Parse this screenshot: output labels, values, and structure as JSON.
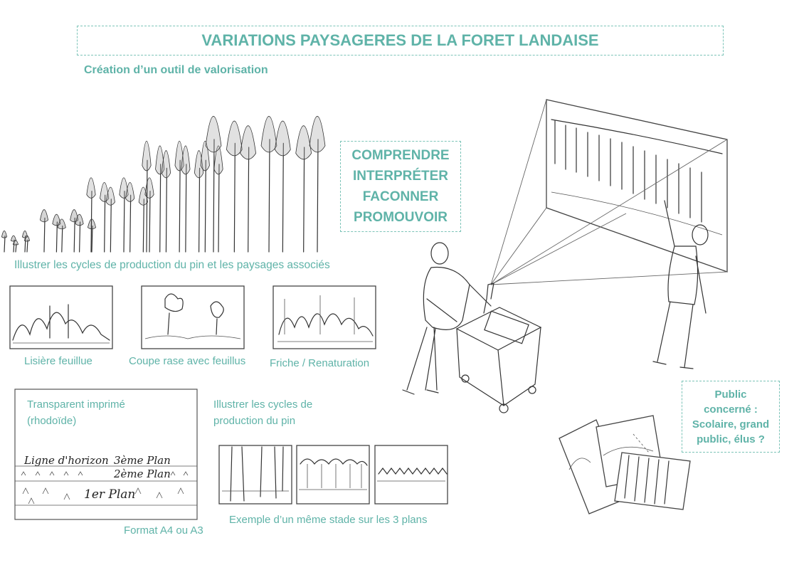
{
  "title": "VARIATIONS PAYSAGERES DE LA FORET LANDAISE",
  "subtitle": "Création d’un outil de valorisation",
  "verbs": [
    "COMPRENDRE",
    "INTERPRÉTER",
    "FACONNER",
    "PROMOUVOIR"
  ],
  "cycles_caption": "Illustrer les cycles de production du pin et les paysages associés",
  "landscapes": [
    {
      "label": "Lisière feuillue"
    },
    {
      "label": "Coupe rase avec feuillus"
    },
    {
      "label": "Friche / Renaturation"
    }
  ],
  "transparent": {
    "label_line1": "Transparent imprimé",
    "label_line2": "(rhodoïde)",
    "hand_line1_a": "Ligne d'horizon",
    "hand_line1_b": "3ème Plan",
    "hand_line2": "2ème Plan",
    "hand_line3": "1er Plan",
    "format": "Format A4 ou A3"
  },
  "cycles_pin": {
    "line1": "Illustrer les cycles de",
    "line2": "production du pin",
    "example": "Exemple d’un même stade sur les 3 plans"
  },
  "public": {
    "line1": "Public",
    "line2": "concerné :",
    "line3": "Scolaire, grand",
    "line4": "public, élus ?"
  },
  "colors": {
    "accent": "#5fb3a8",
    "border": "#7cc4b8",
    "pencil": "#333333"
  }
}
